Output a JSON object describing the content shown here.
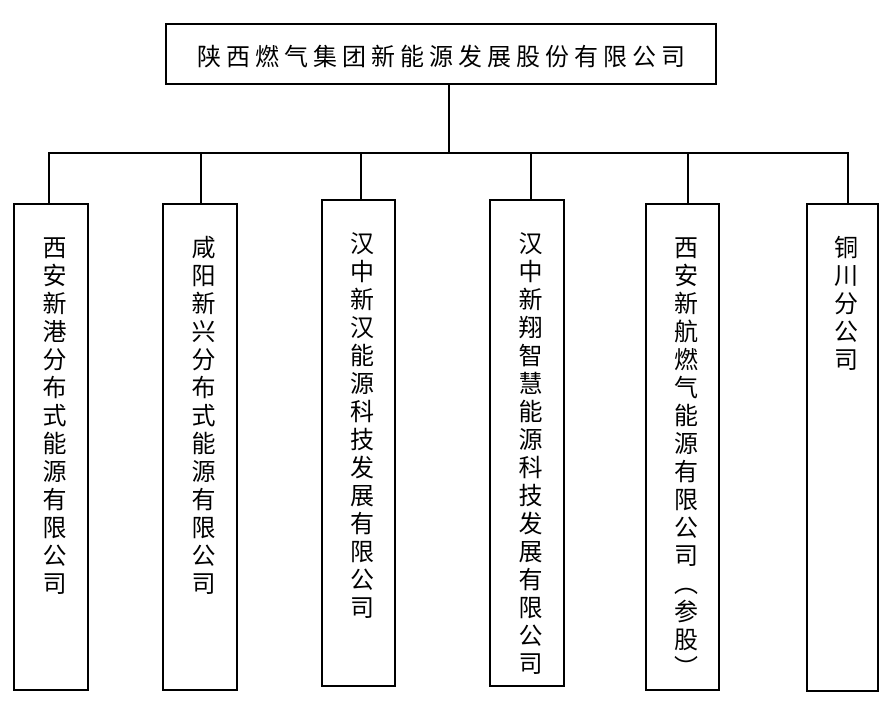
{
  "diagram": {
    "type": "org-chart",
    "root": {
      "label": "陕西燃气集团新能源发展股份有限公司"
    },
    "children": [
      {
        "label": "西安新港分布式能源有限公司"
      },
      {
        "label": "咸阳新兴分布式能源有限公司"
      },
      {
        "label": "汉中新汉能源科技发展有限公司"
      },
      {
        "label": "汉中新翔智慧能源科技发展有限公司"
      },
      {
        "label": "西安新航燃气能源有限公司（参股）"
      },
      {
        "label": "铜川分公司"
      }
    ],
    "colors": {
      "background": "#ffffff",
      "line": "#000000",
      "border": "#000000",
      "text": "#000000"
    }
  }
}
